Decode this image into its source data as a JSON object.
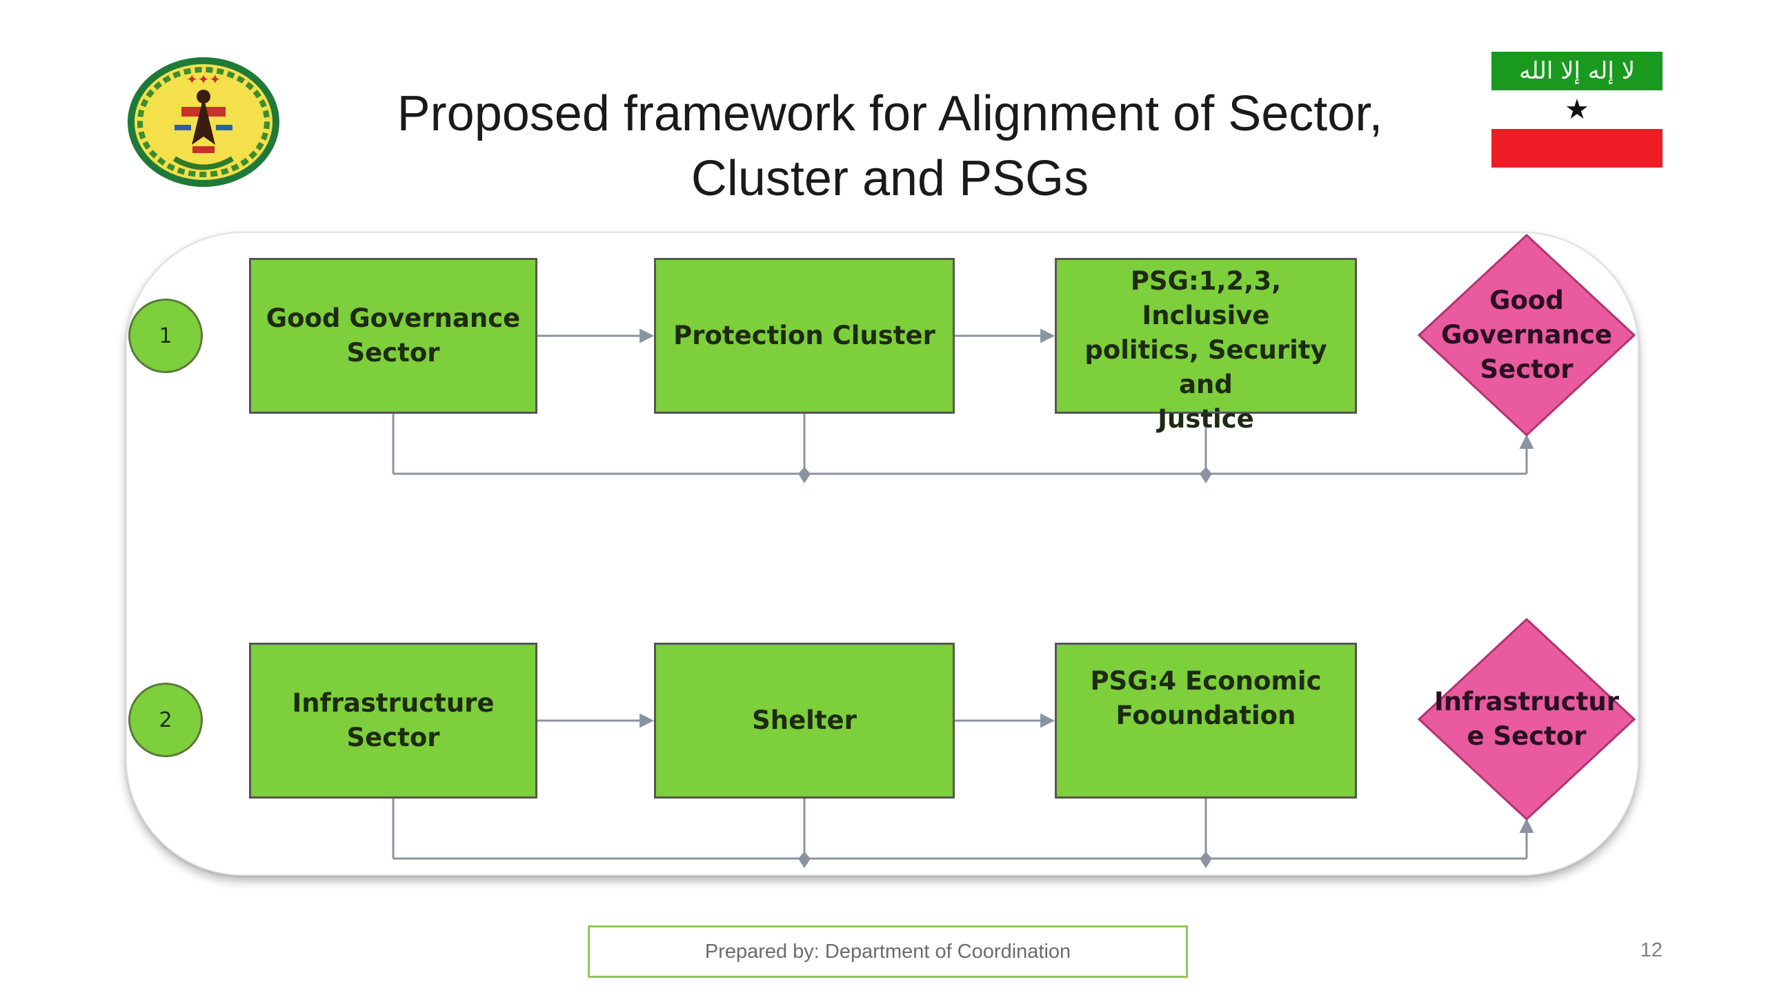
{
  "slide": {
    "title_line1": "Proposed framework for Alignment of Sector,",
    "title_line2": "Cluster and PSGs",
    "footer": "Prepared by: Department of Coordination",
    "page_number": "12"
  },
  "flag": {
    "text": "لا إله إلا الله محمد رسول الله",
    "star": "★",
    "colors": {
      "top": "#199a1e",
      "bottom": "#ee1c25"
    }
  },
  "colors": {
    "box": "#7dcf3b",
    "diamond": "#e95a9f",
    "connector": "#8a94a0"
  },
  "rows": [
    {
      "number": "1",
      "sector": [
        "Good Governance",
        "Sector"
      ],
      "cluster": [
        "Protection Cluster"
      ],
      "psg": [
        "PSG:1,2,3, Inclusive",
        "politics, Security and",
        "Justice"
      ],
      "result": [
        "Good",
        "Governance",
        "Sector"
      ]
    },
    {
      "number": "2",
      "sector": [
        "Infrastructure",
        "Sector"
      ],
      "cluster": [
        "Shelter"
      ],
      "psg": [
        "PSG:4 Economic",
        "Fooundation"
      ],
      "result": [
        "Infrastructur",
        "e  Sector"
      ]
    }
  ]
}
